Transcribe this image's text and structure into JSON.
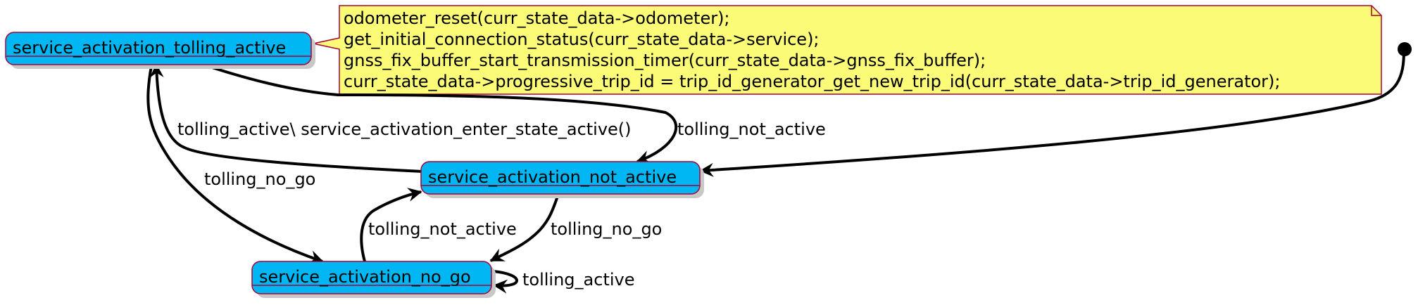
{
  "states": {
    "tolling_active": "service_activation_tolling_active",
    "not_active": "service_activation_not_active",
    "no_go": "service_activation_no_go"
  },
  "transitions": {
    "not_active_to_tolling_active": "tolling_active\\ service_activation_enter_state_active()",
    "tolling_active_to_not_active": "tolling_not_active",
    "tolling_active_to_no_go": "tolling_no_go",
    "no_go_to_not_active": "tolling_not_active",
    "not_active_to_no_go": "tolling_no_go",
    "no_go_self": "tolling_active"
  },
  "note": {
    "lines": [
      "odometer_reset(curr_state_data->odometer);",
      "get_initial_connection_status(curr_state_data->service);",
      "gnss_fix_buffer_start_transmission_timer(curr_state_data->gnss_fix_buffer);",
      "curr_state_data->progressive_trip_id = trip_id_generator_get_new_trip_id(curr_state_data->trip_id_generator);"
    ]
  },
  "colors": {
    "state_fill": "#00b7f4",
    "state_border": "#a80036",
    "note_fill": "#fbfb77",
    "arrow": "#000000"
  }
}
